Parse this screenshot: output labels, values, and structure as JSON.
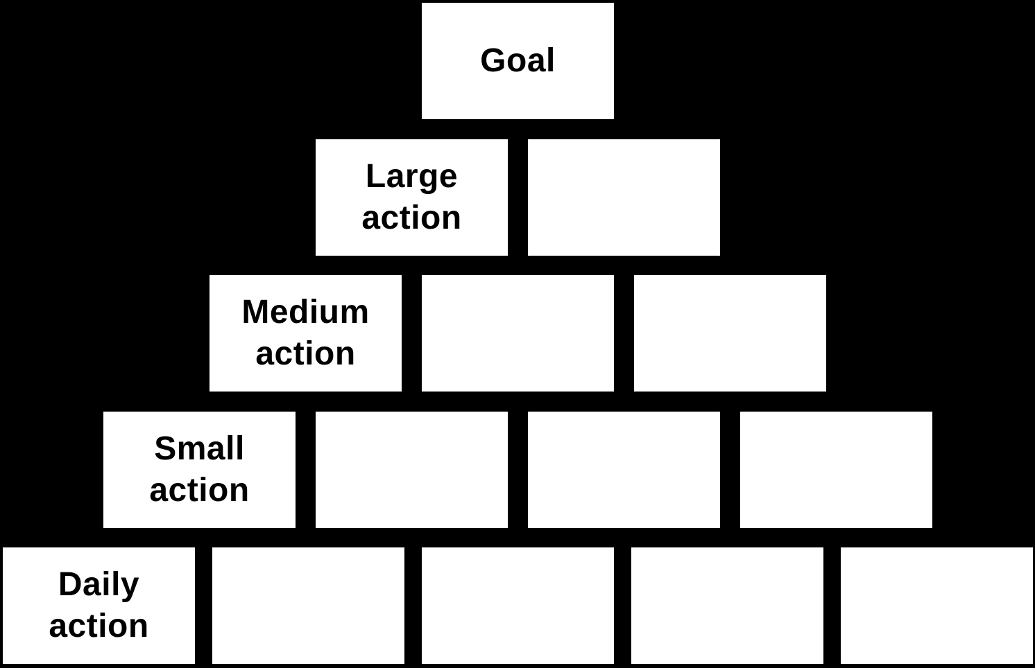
{
  "diagram": {
    "type": "pyramid-hierarchy",
    "colors": {
      "background": "#000000",
      "box_fill": "#ffffff",
      "box_text": "#000000"
    },
    "rows": [
      {
        "level": 1,
        "boxes": [
          {
            "label": "Goal"
          }
        ]
      },
      {
        "level": 2,
        "boxes": [
          {
            "label": "Large action"
          },
          {
            "label": ""
          }
        ]
      },
      {
        "level": 3,
        "boxes": [
          {
            "label": "Medium action"
          },
          {
            "label": ""
          },
          {
            "label": ""
          }
        ]
      },
      {
        "level": 4,
        "boxes": [
          {
            "label": "Small action"
          },
          {
            "label": ""
          },
          {
            "label": ""
          },
          {
            "label": ""
          }
        ]
      },
      {
        "level": 5,
        "boxes": [
          {
            "label": "Daily action"
          },
          {
            "label": ""
          },
          {
            "label": ""
          },
          {
            "label": ""
          },
          {
            "label": ""
          }
        ]
      }
    ]
  }
}
